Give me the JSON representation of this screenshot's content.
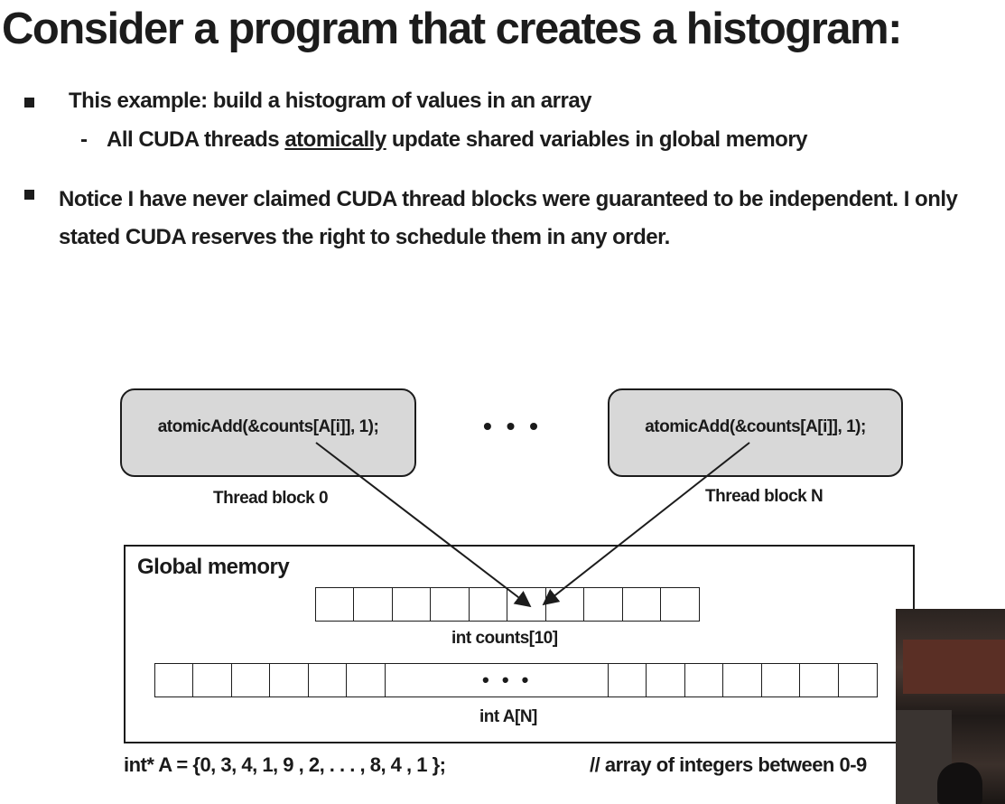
{
  "title": "Consider a program that creates a histogram:",
  "bullets": {
    "b1": "This example: build a histogram of values in an array",
    "b1_sub_pre": "All CUDA threads ",
    "b1_sub_ul": "atomically",
    "b1_sub_post": " update shared variables in global memory",
    "b2": "Notice I have never claimed CUDA thread blocks were guaranteed to be independent. I only stated CUDA reserves the right to schedule them in any order."
  },
  "diagram": {
    "block0_code": "atomicAdd(&counts[A[i]], 1);",
    "blockN_code": "atomicAdd(&counts[A[i]], 1);",
    "block0_label": "Thread block 0",
    "blockN_label": "Thread block N",
    "ellipsis": "• • •",
    "memory_title": "Global memory",
    "counts_label": "int counts[10]",
    "a_label": "int A[N]",
    "init_line": "int* A = {0, 3, 4, 1, 9 , 2,     . . .    , 8, 4 , 1 };",
    "comment_line": "// array of integers between 0-9"
  },
  "colors": {
    "block_fill": "#d8d8d8",
    "stroke": "#1c1c1c"
  }
}
